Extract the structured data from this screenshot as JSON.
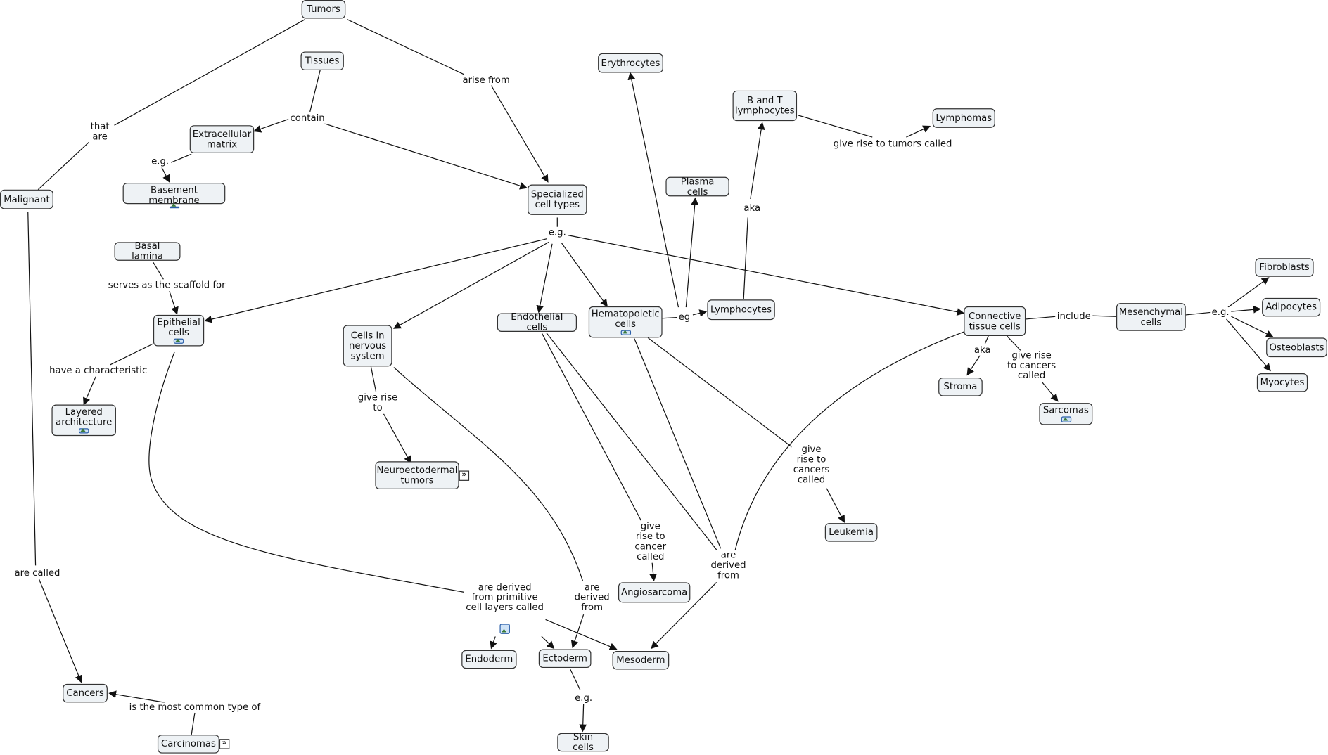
{
  "nodes": {
    "tumors": "Tumors",
    "tissues": "Tissues",
    "malignant": "Malignant",
    "extracellular_matrix": "Extracellular\nmatrix",
    "basement_membrane": "Basement membrane",
    "basal_lamina": "Basal lamina",
    "specialized_cell_types": "Specialized\ncell types",
    "erythrocytes": "Erythrocytes",
    "b_and_t_lymphocytes": "B and T\nlymphocytes",
    "lymphomas": "Lymphomas",
    "plasma_cells": "Plasma cells",
    "lymphocytes": "Lymphocytes",
    "hematopoietic_cells": "Hematopoietic\ncells",
    "endothelial_cells": "Endothelial cells",
    "cells_in_nervous_system": "Cells in\nnervous\nsystem",
    "epithelial_cells": "Epithelial\ncells",
    "layered_architecture": "Layered\narchitecture",
    "neuroectodermal_tumors": "Neuroectodermal\ntumors",
    "connective_tissue_cells": "Connective\ntissue cells",
    "mesenchymal_cells": "Mesenchymal\ncells",
    "fibroblasts": "Fibroblasts",
    "adipocytes": "Adipocytes",
    "osteoblasts": "Osteoblasts",
    "myocytes": "Myocytes",
    "stroma": "Stroma",
    "sarcomas": "Sarcomas",
    "leukemia": "Leukemia",
    "angiosarcoma": "Angiosarcoma",
    "endoderm": "Endoderm",
    "ectoderm": "Ectoderm",
    "mesoderm": "Mesoderm",
    "skin_cells": "Skin cells",
    "cancers": "Cancers",
    "carcinomas": "Carcinomas"
  },
  "links": {
    "that_are": "that\nare",
    "contain": "contain",
    "arise_from": "arise from",
    "eg_basement": "e.g.",
    "serves_as_scaffold": "serves as the scaffold for",
    "eg_specialized": "e.g.",
    "eg_hemato": "eg",
    "aka_lymph": "aka",
    "give_rise_tumors_called": "give rise to tumors called",
    "have_characteristic": "have a characteristic",
    "give_rise_to": "give rise\nto",
    "give_rise_cancers_leukemia": "give\nrise to\ncancers\ncalled",
    "give_rise_cancer_angio": "give\nrise to\ncancer\ncalled",
    "are_derived_from_hemato": "are\nderived\nfrom",
    "are_derived_from_nervous": "are\nderived\nfrom",
    "derived_primitive_layers": "are derived\nfrom primitive\ncell layers called",
    "include": "include",
    "eg_mesenchymal": "e.g.",
    "aka_stroma": "aka",
    "give_rise_cancers_sarcomas": "give rise\nto cancers\ncalled",
    "are_called": "are called",
    "most_common_type": "is the most common type of",
    "eg_skin": "e.g."
  },
  "icons": {
    "image_attachment": "image-attachment-icon",
    "submap": "submap-link-icon"
  },
  "colors": {
    "node_fill": "#eef2f5",
    "node_border": "#333333",
    "line": "#111111",
    "background": "#ffffff"
  }
}
